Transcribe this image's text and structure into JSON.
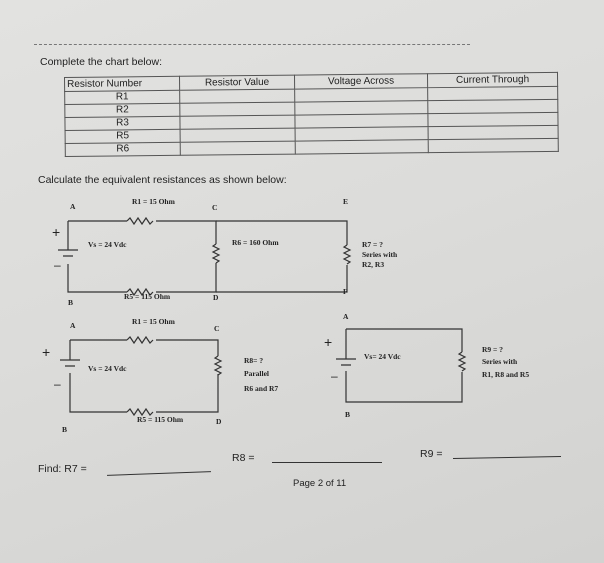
{
  "header": {
    "instruction": "Complete the chart below:"
  },
  "chart": {
    "columns": [
      "Resistor Number",
      "Resistor Value",
      "Voltage Across",
      "Current Through"
    ],
    "rows": [
      {
        "resistor_number": "R1",
        "resistor_value": "",
        "voltage_across": "",
        "current_through": ""
      },
      {
        "resistor_number": "R2",
        "resistor_value": "",
        "voltage_across": "",
        "current_through": ""
      },
      {
        "resistor_number": "R3",
        "resistor_value": "",
        "voltage_across": "",
        "current_through": ""
      },
      {
        "resistor_number": "R5",
        "resistor_value": "",
        "voltage_across": "",
        "current_through": ""
      },
      {
        "resistor_number": "R6",
        "resistor_value": "",
        "voltage_across": "",
        "current_through": ""
      }
    ]
  },
  "section2": {
    "instruction": "Calculate the equivalent resistances as shown below:"
  },
  "circuit1": {
    "node_a": "A",
    "node_b": "B",
    "node_c": "C",
    "node_d": "D",
    "node_e": "E",
    "node_f": "F",
    "r1": "R1 = 15 Ohm",
    "vs": "Vs = 24 Vdc",
    "r6": "R6 = 160 Ohm",
    "r5": "R5 = 115 Ohm",
    "r7_line1": "R7 = ?",
    "r7_line2": "Series with",
    "r7_line3": "R2, R3",
    "plus": "+",
    "minus": "–"
  },
  "circuit2": {
    "node_a": "A",
    "node_b": "B",
    "node_c": "C",
    "node_d": "D",
    "r1": "R1 = 15 Ohm",
    "vs": "Vs = 24 Vdc",
    "r8_line1": "R8= ?",
    "r8_line2": "Parallel",
    "r8_line3": "R6 and R7",
    "r5": "R5 = 115 Ohm",
    "plus": "+",
    "minus": "–"
  },
  "circuit3": {
    "node_a": "A",
    "node_b": "B",
    "vs": "Vs= 24 Vdc",
    "r9_line1": "R9 = ?",
    "r9_line2": "Series with",
    "r9_line3": "R1, R8 and R5",
    "plus": "+",
    "minus": "–"
  },
  "answers": {
    "r7_label": "Find: R7 =",
    "r8_label": "R8 =",
    "r9_label": "R9 ="
  },
  "footer": {
    "page": "Page 2 of 11"
  }
}
